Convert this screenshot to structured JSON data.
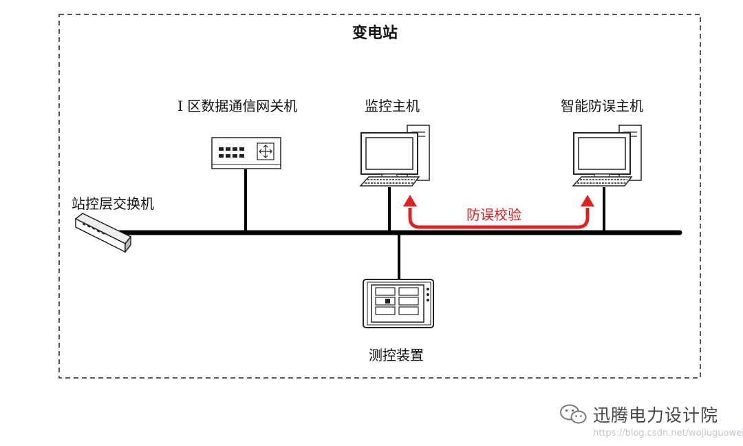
{
  "diagram": {
    "title": "变电站",
    "nodes": {
      "gateway": "I 区数据通信网关机",
      "monitor_host": "监控主机",
      "antierror_host": "智能防误主机",
      "switch": "站控层交换机",
      "measure_device": "测控装置"
    },
    "edge_label": "防误校验",
    "colors": {
      "accent": "#e02020",
      "line": "#000000",
      "border": "#555555"
    }
  },
  "watermark": {
    "brand": "迅腾电力设计院",
    "url": "https://blog.csdn.net/wojiuguowei"
  }
}
